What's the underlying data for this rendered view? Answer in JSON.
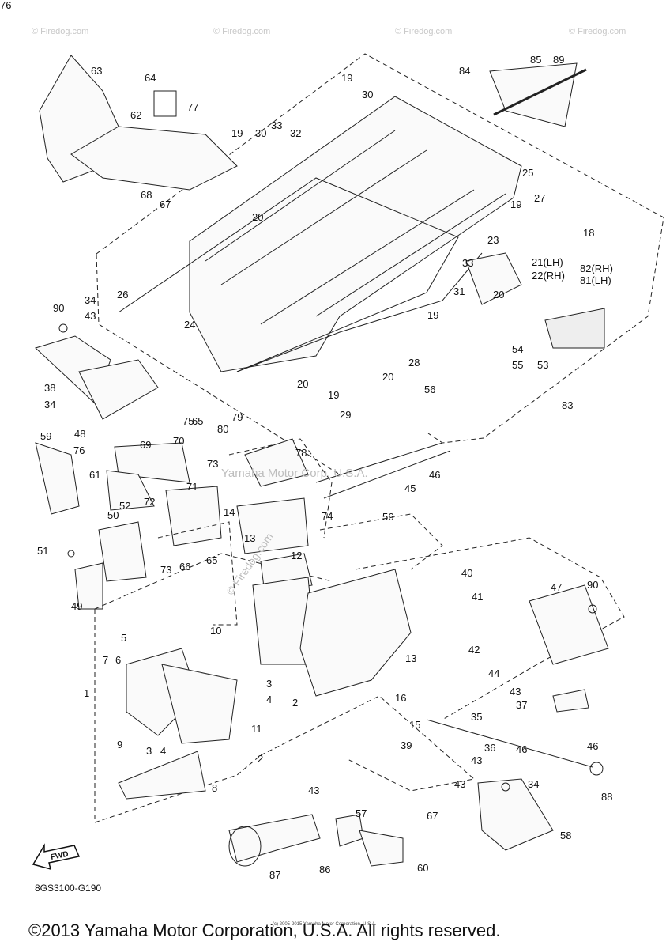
{
  "diagram": {
    "callouts": [
      "63",
      "64",
      "62",
      "77",
      "19",
      "33",
      "30",
      "32",
      "68",
      "67",
      "20",
      "19",
      "30",
      "84",
      "85",
      "89",
      "25",
      "19",
      "27",
      "18",
      "23",
      "33",
      "21(LH)",
      "22(RH)",
      "82(RH)",
      "81(LH)",
      "31",
      "20",
      "26",
      "24",
      "90",
      "34",
      "43",
      "19",
      "28",
      "20",
      "54",
      "55",
      "53",
      "38",
      "34",
      "48",
      "20",
      "19",
      "29",
      "56",
      "83",
      "75",
      "65",
      "79",
      "80",
      "78",
      "59",
      "76",
      "69",
      "70",
      "61",
      "73",
      "71",
      "72",
      "52",
      "50",
      "14",
      "46",
      "45",
      "56",
      "74",
      "13",
      "12",
      "51",
      "49",
      "73",
      "66",
      "65",
      "40",
      "47",
      "90",
      "41",
      "10",
      "5",
      "7",
      "6",
      "1",
      "3",
      "4",
      "2",
      "13",
      "16",
      "42",
      "44",
      "43",
      "37",
      "9",
      "3",
      "4",
      "11",
      "2",
      "8",
      "15",
      "39",
      "36",
      "35",
      "43",
      "46",
      "46",
      "43",
      "43",
      "67",
      "34",
      "88",
      "57",
      "58",
      "87",
      "86",
      "60",
      "76"
    ],
    "code": "8GS3100-G190",
    "fwd_label": "FWD",
    "watermark_center": "Yamaha Motor Corp, U.S.A.",
    "watermark_diag": "© Firedog.com",
    "watermark_edge": "© Firedog.com"
  },
  "footer": {
    "copyright": "©2013 Yamaha Motor Corporation, U.S.A. All rights reserved.",
    "fine_print": "(c) 2005-2015 Yamaha Motor Corporation, U.S.A."
  }
}
